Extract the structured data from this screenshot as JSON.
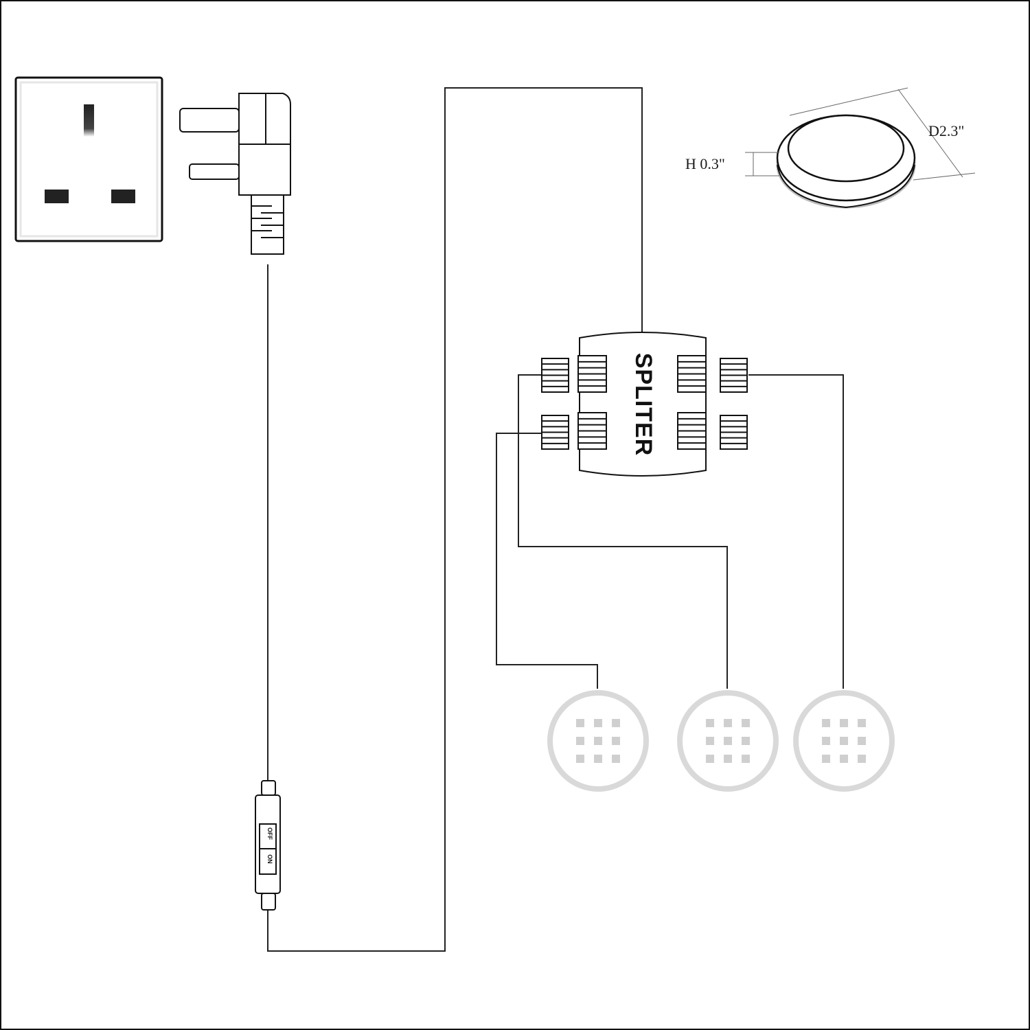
{
  "colors": {
    "line": "#111111",
    "wire": "#222222",
    "light_ring": "#d9d9d9",
    "light_dot": "#cfcfcf",
    "puck_gray": "#bdbdbd"
  },
  "splitter": {
    "label": "SPLITER"
  },
  "switch": {
    "off_label": "OFF",
    "on_label": "ON"
  },
  "dimensions": {
    "diameter": "D2.3\"",
    "height": "H 0.3\""
  },
  "lights": [
    {
      "name": "puck-light-1"
    },
    {
      "name": "puck-light-2"
    },
    {
      "name": "puck-light-3"
    }
  ],
  "icons": [
    "wall-socket-icon",
    "uk-plug-adapter-icon",
    "inline-switch-icon",
    "splitter-icon",
    "puck-light-icon"
  ]
}
